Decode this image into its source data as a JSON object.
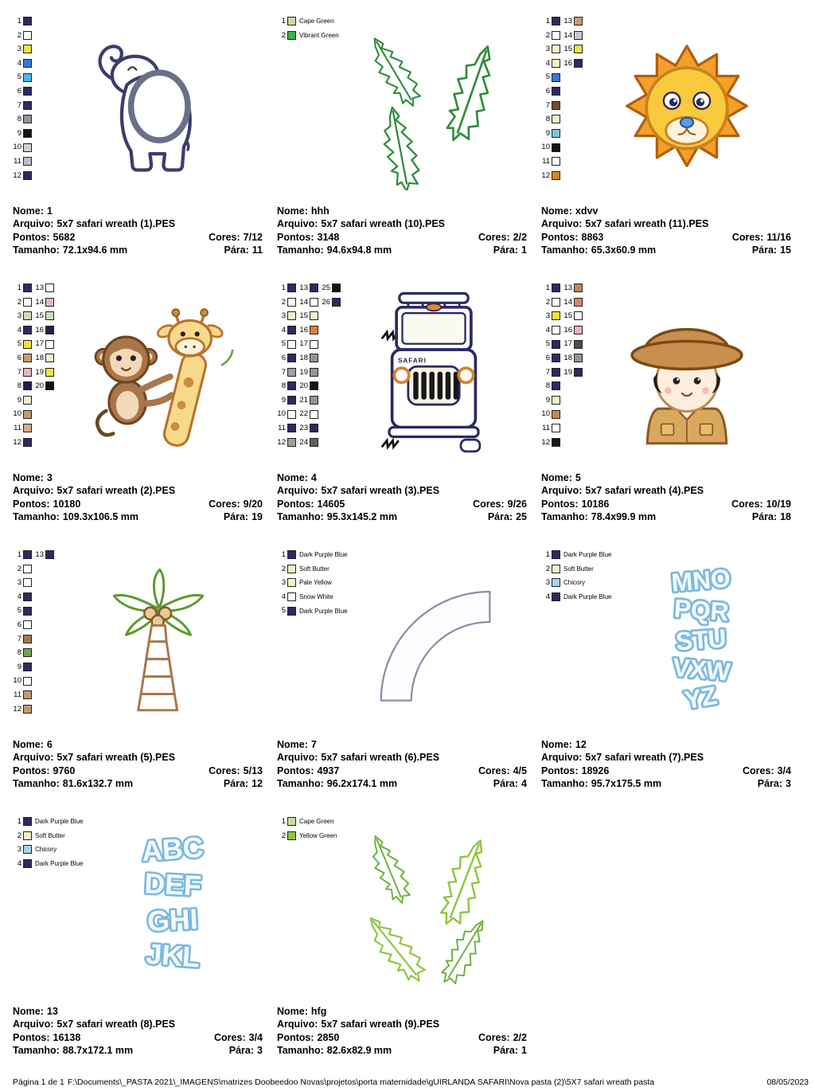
{
  "labels": {
    "nome": "Nome:",
    "arquivo": "Arquivo:",
    "pontos": "Pontos:",
    "cores": "Cores:",
    "tamanho": "Tamanho:",
    "para": "Pára:"
  },
  "footer": {
    "page": "Página 1 de 1",
    "path": "F:\\Documents\\_PASTA 2021\\_IMAGENS\\matrizes Doobeedoo Novas\\projetos\\porta maternidade\\gUIRLANDA SAFARI\\Nova pasta (2)\\5X7 safari wreath pasta",
    "date": "08/05/2023"
  },
  "designs": [
    {
      "nome": "1",
      "arquivo": "5x7 safari wreath (1).PES",
      "pontos": "5682",
      "cores": "7/12",
      "tamanho": "72.1x94.6 mm",
      "para": "11",
      "preview": "elephant",
      "colors": [
        {
          "n": 1,
          "hex": "#2b2a63"
        },
        {
          "n": 2,
          "hex": "#ffffff"
        },
        {
          "n": 3,
          "hex": "#f2e13c"
        },
        {
          "n": 4,
          "hex": "#3a77d9"
        },
        {
          "n": 5,
          "hex": "#49b8e8"
        },
        {
          "n": 6,
          "hex": "#2b2a63"
        },
        {
          "n": 7,
          "hex": "#2b2a63"
        },
        {
          "n": 8,
          "hex": "#8e959e"
        },
        {
          "n": 9,
          "hex": "#141414"
        },
        {
          "n": 10,
          "hex": "#cfd3d8"
        },
        {
          "n": 11,
          "hex": "#b9bfc7"
        },
        {
          "n": 12,
          "hex": "#2b2a63"
        }
      ]
    },
    {
      "nome": "hhh",
      "arquivo": "5x7 safari wreath (10).PES",
      "pontos": "3148",
      "cores": "2/2",
      "tamanho": "94.6x94.8 mm",
      "para": "1",
      "preview": "leaves",
      "colors": [
        {
          "n": 1,
          "hex": "#c7dd9e",
          "label": "Cape Green"
        },
        {
          "n": 2,
          "hex": "#44b04a",
          "label": "Vibrant Green"
        }
      ]
    },
    {
      "nome": "xdvv",
      "arquivo": "5x7 safari wreath (11).PES",
      "pontos": "8863",
      "cores": "11/16",
      "tamanho": "65.3x60.9 mm",
      "para": "15",
      "preview": "lion",
      "colors": [
        {
          "n": 1,
          "hex": "#2b2a63"
        },
        {
          "n": 2,
          "hex": "#ffffff"
        },
        {
          "n": 3,
          "hex": "#f7f3bd"
        },
        {
          "n": 4,
          "hex": "#f7f3bd"
        },
        {
          "n": 5,
          "hex": "#3a77d9"
        },
        {
          "n": 6,
          "hex": "#2b2a63"
        },
        {
          "n": 7,
          "hex": "#7a4b2a"
        },
        {
          "n": 8,
          "hex": "#f5efc9"
        },
        {
          "n": 9,
          "hex": "#7cc4ea"
        },
        {
          "n": 10,
          "hex": "#141414"
        },
        {
          "n": 11,
          "hex": "#ffffff"
        },
        {
          "n": 12,
          "hex": "#d9822b"
        },
        {
          "n": 13,
          "hex": "#c79a6b"
        },
        {
          "n": 14,
          "hex": "#c9c9dd"
        },
        {
          "n": 15,
          "hex": "#f2e13c"
        },
        {
          "n": 16,
          "hex": "#2b2a63"
        }
      ]
    },
    {
      "nome": "3",
      "arquivo": "5x7 safari wreath (2).PES",
      "pontos": "10180",
      "cores": "9/20",
      "tamanho": "109.3x106.5 mm",
      "para": "19",
      "preview": "monkey-giraffe",
      "colors": [
        {
          "n": 1,
          "hex": "#2b2a63"
        },
        {
          "n": 2,
          "hex": "#ffffff"
        },
        {
          "n": 3,
          "hex": "#cfdfb5"
        },
        {
          "n": 4,
          "hex": "#2b2a63"
        },
        {
          "n": 5,
          "hex": "#f2e13c"
        },
        {
          "n": 6,
          "hex": "#c79a6b"
        },
        {
          "n": 7,
          "hex": "#eab6bb"
        },
        {
          "n": 8,
          "hex": "#20204a"
        },
        {
          "n": 9,
          "hex": "#f5efc9"
        },
        {
          "n": 10,
          "hex": "#c79a6b"
        },
        {
          "n": 11,
          "hex": "#d9a98e"
        },
        {
          "n": 12,
          "hex": "#2b2a63"
        },
        {
          "n": 13,
          "hex": "#ffffff"
        },
        {
          "n": 14,
          "hex": "#eab6bb"
        },
        {
          "n": 15,
          "hex": "#cfdfb5"
        },
        {
          "n": 16,
          "hex": "#20204a"
        },
        {
          "n": 17,
          "hex": "#ffffff"
        },
        {
          "n": 18,
          "hex": "#f5efc9"
        },
        {
          "n": 19,
          "hex": "#f2e13c"
        },
        {
          "n": 20,
          "hex": "#141414"
        }
      ]
    },
    {
      "nome": "4",
      "arquivo": "5x7 safari wreath (3).PES",
      "pontos": "14605",
      "cores": "9/26",
      "tamanho": "95.3x145.2 mm",
      "para": "25",
      "preview": "jeep",
      "badge": "SAFARI",
      "colors": [
        {
          "n": 1,
          "hex": "#2b2a63"
        },
        {
          "n": 2,
          "hex": "#ffffff"
        },
        {
          "n": 3,
          "hex": "#f5efc9"
        },
        {
          "n": 4,
          "hex": "#2b2a63"
        },
        {
          "n": 5,
          "hex": "#ffffff"
        },
        {
          "n": 6,
          "hex": "#2b2a63"
        },
        {
          "n": 7,
          "hex": "#9aa0a8"
        },
        {
          "n": 8,
          "hex": "#2b2a63"
        },
        {
          "n": 9,
          "hex": "#2b2a63"
        },
        {
          "n": 10,
          "hex": "#ffffff"
        },
        {
          "n": 11,
          "hex": "#2b2a63"
        },
        {
          "n": 12,
          "hex": "#9aa0a8"
        },
        {
          "n": 13,
          "hex": "#2b2a63"
        },
        {
          "n": 14,
          "hex": "#ffffff"
        },
        {
          "n": 15,
          "hex": "#f5efc9"
        },
        {
          "n": 16,
          "hex": "#d9822b"
        },
        {
          "n": 17,
          "hex": "#ffffff"
        },
        {
          "n": 18,
          "hex": "#8e959e"
        },
        {
          "n": 19,
          "hex": "#8e959e"
        },
        {
          "n": 20,
          "hex": "#141414"
        },
        {
          "n": 21,
          "hex": "#8e959e"
        },
        {
          "n": 22,
          "hex": "#ffffff"
        },
        {
          "n": 23,
          "hex": "#2b2a63"
        },
        {
          "n": 24,
          "hex": "#5a5f66"
        },
        {
          "n": 25,
          "hex": "#141414"
        },
        {
          "n": 26,
          "hex": "#2b2a63"
        }
      ]
    },
    {
      "nome": "5",
      "arquivo": "5x7 safari wreath (4).PES",
      "pontos": "10186",
      "cores": "10/19",
      "tamanho": "78.4x99.9 mm",
      "para": "18",
      "preview": "safari-boy",
      "colors": [
        {
          "n": 1,
          "hex": "#2b2a63"
        },
        {
          "n": 2,
          "hex": "#ffffff"
        },
        {
          "n": 3,
          "hex": "#f2e13c"
        },
        {
          "n": 4,
          "hex": "#ffffff"
        },
        {
          "n": 5,
          "hex": "#2b2a63"
        },
        {
          "n": 6,
          "hex": "#2b2a63"
        },
        {
          "n": 7,
          "hex": "#2b2a63"
        },
        {
          "n": 8,
          "hex": "#2b2a63"
        },
        {
          "n": 9,
          "hex": "#f5efc9"
        },
        {
          "n": 10,
          "hex": "#c08a50"
        },
        {
          "n": 11,
          "hex": "#ffffff"
        },
        {
          "n": 12,
          "hex": "#1a1a1a"
        },
        {
          "n": 13,
          "hex": "#c08a50"
        },
        {
          "n": 14,
          "hex": "#e2836e"
        },
        {
          "n": 15,
          "hex": "#ffffff"
        },
        {
          "n": 16,
          "hex": "#eab6bb"
        },
        {
          "n": 17,
          "hex": "#4a4f55"
        },
        {
          "n": 18,
          "hex": "#8e959e"
        },
        {
          "n": 19,
          "hex": "#2b2a63"
        }
      ]
    },
    {
      "nome": "6",
      "arquivo": "5x7 safari wreath (5).PES",
      "pontos": "9760",
      "cores": "5/13",
      "tamanho": "81.6x132.7 mm",
      "para": "12",
      "preview": "palm-tree",
      "colors": [
        {
          "n": 1,
          "hex": "#2b2a63"
        },
        {
          "n": 2,
          "hex": "#ffffff"
        },
        {
          "n": 3,
          "hex": "#ffffff"
        },
        {
          "n": 4,
          "hex": "#2b2a63"
        },
        {
          "n": 5,
          "hex": "#2b2a63"
        },
        {
          "n": 6,
          "hex": "#ffffff"
        },
        {
          "n": 7,
          "hex": "#a9764a"
        },
        {
          "n": 8,
          "hex": "#6aa844"
        },
        {
          "n": 9,
          "hex": "#2b2a63"
        },
        {
          "n": 10,
          "hex": "#ffffff"
        },
        {
          "n": 11,
          "hex": "#c79a6b"
        },
        {
          "n": 12,
          "hex": "#c79a6b"
        },
        {
          "n": 13,
          "hex": "#2b2a63"
        }
      ]
    },
    {
      "nome": "7",
      "arquivo": "5x7 safari wreath (6).PES",
      "pontos": "4937",
      "cores": "4/5",
      "tamanho": "96.2x174.1 mm",
      "para": "4",
      "preview": "arc",
      "colors": [
        {
          "n": 1,
          "hex": "#2b2a63",
          "label": "Dark Purple Blue"
        },
        {
          "n": 2,
          "hex": "#f5efc9",
          "label": "Soft Butter"
        },
        {
          "n": 3,
          "hex": "#f7f3bd",
          "label": "Pale Yellow"
        },
        {
          "n": 4,
          "hex": "#ffffff",
          "label": "Snow White"
        },
        {
          "n": 5,
          "hex": "#2b2a63",
          "label": "Dark Purple Blue"
        }
      ]
    },
    {
      "nome": "12",
      "arquivo": "5x7 safari wreath (7).PES",
      "pontos": "18926",
      "cores": "3/4",
      "tamanho": "95.7x175.5 mm",
      "para": "3",
      "preview": "letters-m-z",
      "rows": [
        "MNO",
        "PQR",
        "STU",
        "VXW",
        "YZ"
      ],
      "colors": [
        {
          "n": 1,
          "hex": "#2b2a63",
          "label": "Dark Purple Blue"
        },
        {
          "n": 2,
          "hex": "#f5efc9",
          "label": "Soft Butter"
        },
        {
          "n": 3,
          "hex": "#a3d4f0",
          "label": "Chicory"
        },
        {
          "n": 4,
          "hex": "#2b2a63",
          "label": "Dark Purple Blue"
        }
      ]
    },
    {
      "nome": "13",
      "arquivo": "5x7 safari wreath (8).PES",
      "pontos": "16138",
      "cores": "3/4",
      "tamanho": "88.7x172.1 mm",
      "para": "3",
      "preview": "letters-a-l",
      "rows": [
        "ABC",
        "DEF",
        "GHI",
        "JKL"
      ],
      "colors": [
        {
          "n": 1,
          "hex": "#2b2a63",
          "label": "Dark Purple Blue"
        },
        {
          "n": 2,
          "hex": "#f5efc9",
          "label": "Soft Butter"
        },
        {
          "n": 3,
          "hex": "#a3d4f0",
          "label": "Chicory"
        },
        {
          "n": 4,
          "hex": "#2b2a63",
          "label": "Dark Purple Blue"
        }
      ]
    },
    {
      "nome": "hfg",
      "arquivo": "5x7 safari wreath (9).PES",
      "pontos": "2850",
      "cores": "2/2",
      "tamanho": "82.6x82.9 mm",
      "para": "1",
      "preview": "leaves-2",
      "colors": [
        {
          "n": 1,
          "hex": "#c7dd9e",
          "label": "Cape Green"
        },
        {
          "n": 2,
          "hex": "#8cc63e",
          "label": "Yellow Green"
        }
      ]
    }
  ]
}
